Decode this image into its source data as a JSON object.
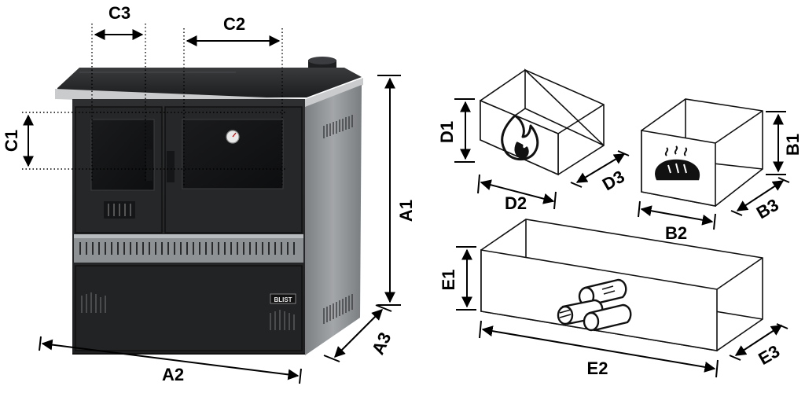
{
  "labels": {
    "a1": "A1",
    "a2": "A2",
    "a3": "A3",
    "b1": "B1",
    "b2": "B2",
    "b3": "B3",
    "c1": "C1",
    "c2": "C2",
    "c3": "C3",
    "d1": "D1",
    "d2": "D2",
    "d3": "D3",
    "e1": "E1",
    "e2": "E2",
    "e3": "E3"
  },
  "stove": {
    "brand_badge": "BLIST"
  },
  "icons": {
    "firebox": "flame-icon",
    "oven": "bread-icon",
    "wood_drawer": "firewood-logs-icon"
  },
  "colors": {
    "stove_body": "#2b2c2e",
    "steel_side": "#8f9295",
    "cooktop_rim": "#c9cbcd",
    "line": "#000000"
  }
}
